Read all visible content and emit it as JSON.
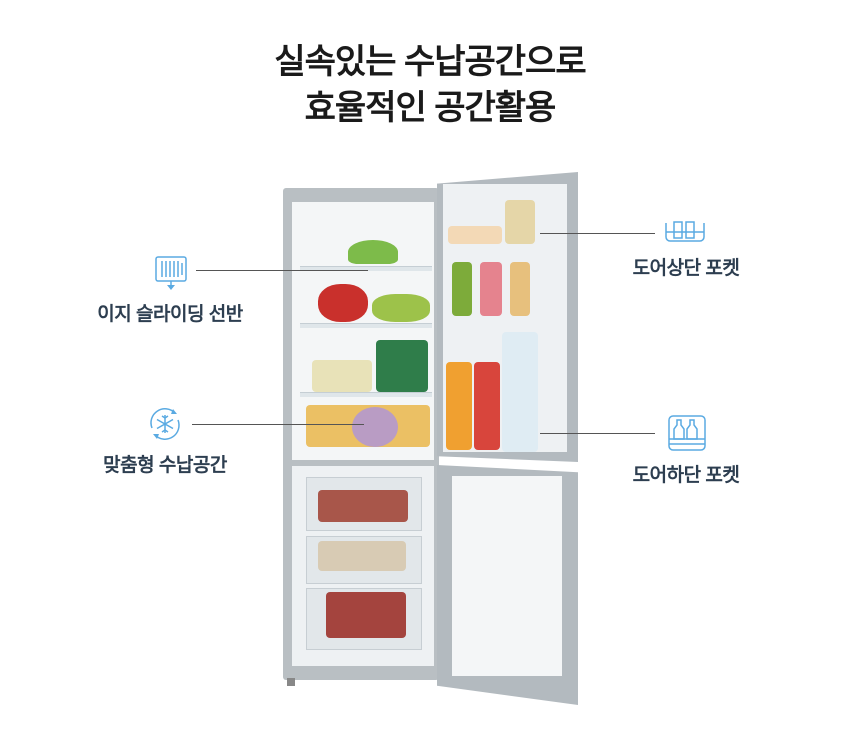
{
  "headline": {
    "line1": "실속있는 수납공간으로",
    "line2": "효율적인 공간활용"
  },
  "features": [
    {
      "label": "이지 슬라이딩 선반",
      "icon": "sliding-shelf-icon"
    },
    {
      "label": "맞춤형 수납공간",
      "icon": "snowflake-cycle-icon"
    },
    {
      "label": "도어상단 포켓",
      "icon": "door-upper-pocket-icon"
    },
    {
      "label": "도어하단 포켓",
      "icon": "door-lower-pocket-icon"
    }
  ],
  "colors": {
    "icon": "#5aaae2",
    "text": "#2d3e50",
    "fridge_frame": "#a9b0b5"
  }
}
